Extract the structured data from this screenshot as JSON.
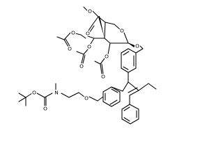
{
  "atoms": {
    "ester_o_methyl": "O",
    "ester_o_carbonyl": "O",
    "ring_o": "O",
    "glyc_o": "O",
    "ac1_o_ring": "O",
    "ac1_o_carbonyl": "O",
    "ac2_o_ring": "O",
    "ac2_o_carbonyl": "O",
    "ac3_o_ring": "O",
    "ac3_o_carbonyl": "O",
    "boc_o_ester": "O",
    "boc_o_carbonyl": "O",
    "amine_n": "N",
    "ether_o": "O"
  }
}
